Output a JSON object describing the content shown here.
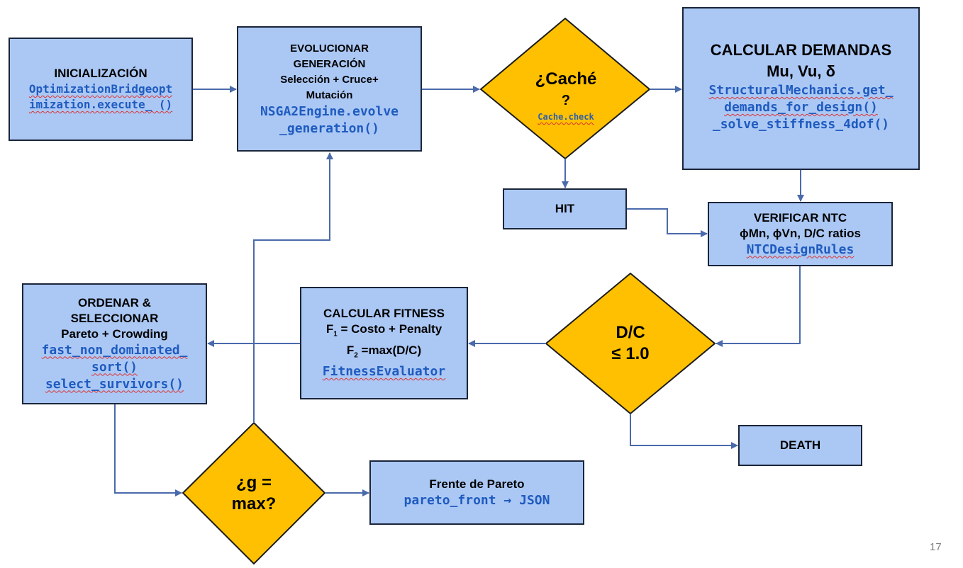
{
  "colors": {
    "process_fill": "#abc8f5",
    "process_border": "#1b2539",
    "decision_fill": "#fec000",
    "decision_border": "#1b1b1b",
    "connector": "#4a6aab",
    "code_text": "#1f5bbf",
    "page_number": "#7f7f7f"
  },
  "nodes": {
    "init": {
      "title": "INICIALIZACIÓN",
      "code_line1": "OptimizationBridgeopt",
      "code_line2": "imization.execute_ ()"
    },
    "evolve": {
      "title_line1": "EVOLUCIONAR",
      "title_line2": "GENERACIÓN",
      "subtitle_line1": "Selección + Cruce+",
      "subtitle_line2": "Mutación",
      "code_line1": "NSGA2Engine.evolve",
      "code_line2": "_generation()"
    },
    "cache": {
      "title_line1": "¿Caché",
      "title_line2": "?",
      "code": "Cache.check"
    },
    "demands": {
      "title": "CALCULAR DEMANDAS",
      "subtitle": "Mu, Vu, δ",
      "code_line1": "StructuralMechanics.get_",
      "code_line2": "demands_for_design()",
      "code_line3": "_solve_stiffness_4dof()"
    },
    "hit": {
      "title": "HIT"
    },
    "verify": {
      "title": "VERIFICAR NTC",
      "subtitle": "ϕMn, ϕVn, D/C ratios",
      "code": "NTCDesignRules"
    },
    "dc_check": {
      "line1": "D/C",
      "line2": "≤ 1.0"
    },
    "death": {
      "title": "DEATH"
    },
    "fitness": {
      "title": "CALCULAR FITNESS",
      "f1_label": "F",
      "f1_sub": "1",
      "f1_expr": " = Costo + Penalty",
      "f2_label": "F",
      "f2_sub": "2",
      "f2_expr": " =max(D/C)",
      "code": "FitnessEvaluator"
    },
    "sort": {
      "title_line1": "ORDENAR &",
      "title_line2": "SELECCIONAR",
      "subtitle": "Pareto + Crowding",
      "code_line1": "fast_non_dominated_",
      "code_line2": "sort()",
      "code_line3": "select_survivors()"
    },
    "gmax": {
      "line1": "¿g =",
      "line2": "max?"
    },
    "pareto": {
      "title": "Frente de Pareto",
      "code": "pareto_front → JSON"
    }
  },
  "page_number": "17"
}
